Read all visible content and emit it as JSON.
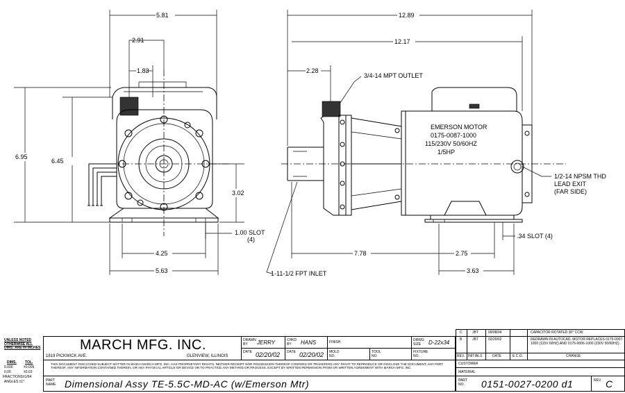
{
  "dimensions": {
    "d_581": "5.81",
    "d_291": "2.91",
    "d_183": "1.83",
    "d_695": "6.95",
    "d_645": "6.45",
    "d_302": "3.02",
    "d_100_slot": "1.00 SLOT",
    "d_100_slot_qty": "(4)",
    "d_425": "4.25",
    "d_563": "5.63",
    "d_1289": "12.89",
    "d_1217": "12.17",
    "d_228": "2.28",
    "d_778": "7.78",
    "d_275": "2.75",
    "d_363": "3.63",
    "d_34_slot": ".34 SLOT (4)"
  },
  "callouts": {
    "outlet": "3/4-14 MPT OUTLET",
    "inlet": "1-11-1/2 FPT INLET",
    "lead_1": "1/2-14 NPSM THD",
    "lead_2": "LEAD EXIT",
    "lead_3": "(FAR SIDE)"
  },
  "motor_label": {
    "line1": "EMERSON MOTOR",
    "line2": "0175-0087-1000",
    "line3": "115/230V 50/60HZ",
    "line4": "1/5HP"
  },
  "title_block": {
    "unless_noted": "UNLESS NOTED OTHERWISE ALL DIMS. ARE IN INCHES",
    "dims_label": "DIMS.",
    "tol_label": "TOL.",
    "tol_row1_dim": "0.000",
    "tol_row1_tol": "±0.005",
    "tol_row2_dim": "0.00",
    "tol_row2_tol": "±0.03",
    "fractions": "FRACTIONS±1/64",
    "angles": "ANGLES ±1°",
    "company": "MARCH MFG. INC.",
    "address": "1819 PICKWICK AVE.",
    "city": "GLENVIEW, ILLINOIS",
    "drawn_label": "DRAWN BY",
    "drawn_by": "JERRY",
    "chkd_label": "CHKD BY",
    "chkd_by": "HANS",
    "finish_label": "FINISH",
    "drwg_label": "DRWG SIZE",
    "drwg_size": "D-22x34",
    "date_label": "DATE",
    "date_drawn": "02/20/02",
    "date_chkd": "02/20/02",
    "mold_label": "MOLD NO.",
    "tool_label": "TOOL NO.",
    "fixture_label": "FIXTURE NO.",
    "disclaimer": "THIS DOCUMENT DISCLOSED SUBJECT MATTER IN WHICH MARCH MFG. INC. HAS PROPRIETARY RIGHTS, NEITHER RECEIPT NOR POSSESSION THEREOF CONFERS OR TRANSFERS ANY RIGHT TO REPRODUCE OR DISCLOSE THE DOCUMENT, ANY PART THEREOF, ANY INFORMATION CONTAINED THEREIN, OR ANY PHYSICAL ARTICLE OR DEVICE OR TO PRACTICE ANY METHOD OR PROCESS, EXCEPT BY WRITTEN PERMISSION FROM OR WRITTEN AGREEMENT WITH MARCH MFG. INC.",
    "part_name_label": "PART NAME",
    "part_name": "Dimensional Assy TE-5.5C-MD-AC (w/Emerson Mtr)",
    "customer_label": "CUSTOMER",
    "material_label": "MATERIAL",
    "part_no_label": "PART NO.",
    "part_no": "0151-0027-0200 d1",
    "rev_label": "REV.",
    "rev": "C"
  },
  "revisions": [
    {
      "rev": "C",
      "initials": "JBT",
      "date": "09/08/04",
      "eco": "",
      "change": "CAPACITOR ROTATED 30° CCW."
    },
    {
      "rev": "B",
      "initials": "JBT",
      "date": "02/20/02",
      "eco": "",
      "change": "REDRAWN IN AUTOCAD. MOTOR REPLACES 0175-0007-1000 (115V 60HZ) AND 0175-0006-1000 (230V 50/60HZ)."
    }
  ],
  "revision_header": {
    "rev": "REV.",
    "initials": "INITIALS",
    "date": "DATE",
    "eco": "E.C.O.",
    "change": "CHANGE"
  }
}
